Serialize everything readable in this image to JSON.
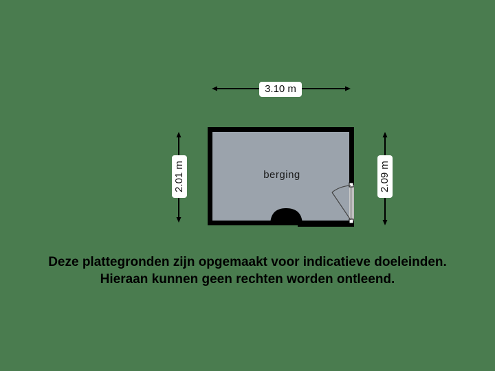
{
  "floorplan": {
    "room": {
      "name": "berging",
      "fill_color": "#9ba3ac",
      "wall_color": "#000000"
    },
    "dimensions": {
      "width": "3.10 m",
      "left_height": "2.01 m",
      "right_height": "2.09 m"
    },
    "background_color": "#4a7c4f"
  },
  "disclaimer": {
    "line1": "Deze plattegronden zijn opgemaakt voor indicatieve doeleinden.",
    "line2": "Hieraan kunnen geen rechten worden ontleend."
  }
}
